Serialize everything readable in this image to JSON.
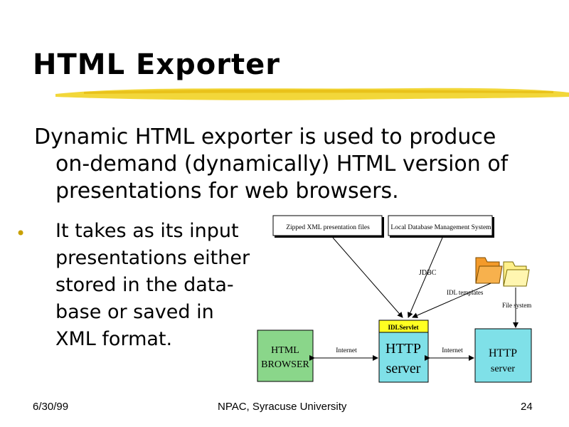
{
  "slide": {
    "title": "HTML Exporter",
    "intro_lines": [
      "Dynamic HTML exporter is used to produce",
      "on-demand (dynamically) HTML version of",
      "presentations for web browsers."
    ],
    "bullet_lines": [
      "It takes as its input",
      "presentations either",
      "stored in the data-",
      "base or saved in",
      "XML format."
    ],
    "bullet_glyph": "•"
  },
  "diagram": {
    "zipped_xml_label": "Zipped XML presentation files",
    "ldbms_label": "Local Database Management System",
    "jdbc_label": "JDBC",
    "idl_templates_label": "IDL templates",
    "file_system_label": "File system",
    "idl_servlet_label": "IDLServlet",
    "browser_label_line1": "HTML",
    "browser_label_line2": "BROWSER",
    "internet_label_left": "Internet",
    "http_server_left_line1": "HTTP",
    "http_server_left_line2": "server",
    "internet_label_right": "Internet",
    "http_server_right_line1": "HTTP",
    "http_server_right_line2": "server"
  },
  "footer": {
    "date": "6/30/99",
    "org": "NPAC, Syracuse University",
    "page": "24"
  },
  "colors": {
    "underline": "#f2d73a",
    "browser_green": "#8ad68a",
    "server_cyan": "#7fe0e8",
    "servlet_yellow": "#ffff22",
    "folder_orange": "#f39a2a",
    "folder_yellow": "#fff08a",
    "bullet": "#c8a000"
  }
}
